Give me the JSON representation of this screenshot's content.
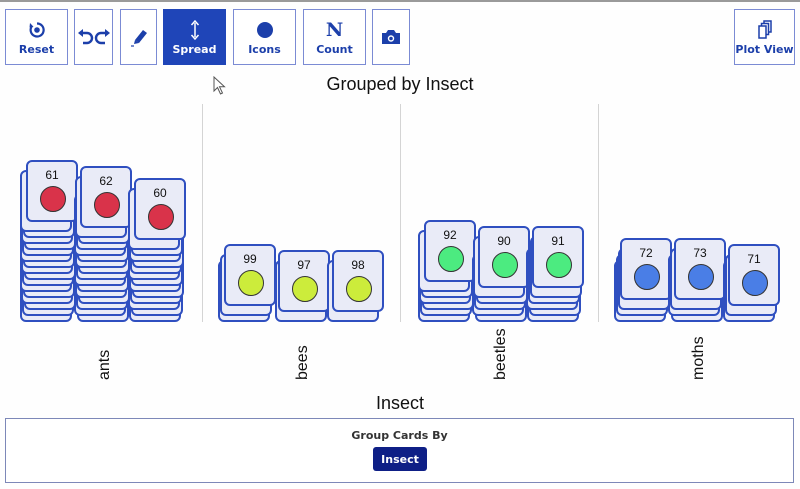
{
  "toolbar": {
    "buttons": [
      {
        "id": "reset",
        "label": "Reset",
        "icon": "reset-icon"
      },
      {
        "id": "undo-redo",
        "label": "",
        "icon": "undo-redo-icon"
      },
      {
        "id": "draw",
        "label": "",
        "icon": "pen-icon"
      },
      {
        "id": "spread",
        "label": "Spread",
        "icon": "vertical-arrows-icon",
        "active": true
      },
      {
        "id": "icons",
        "label": "Icons",
        "icon": "filled-circle-icon"
      },
      {
        "id": "count",
        "label": "Count",
        "icon": "n-letter-icon"
      },
      {
        "id": "snapshot",
        "label": "",
        "icon": "camera-icon"
      }
    ],
    "plot_view": {
      "label": "Plot View",
      "icon": "cards-stack-icon"
    }
  },
  "plot": {
    "title": "Grouped by Insect",
    "axis_title": "Insect",
    "groups": [
      {
        "name": "ants",
        "color": "#d9334a",
        "top_cards": [
          61,
          62,
          60
        ],
        "stack_depth": [
          16,
          15,
          13
        ]
      },
      {
        "name": "bees",
        "color": "#ccec3b",
        "top_cards": [
          99,
          97,
          98
        ],
        "stack_depth": [
          2,
          1,
          1
        ]
      },
      {
        "name": "beetles",
        "color": "#4ceb80",
        "top_cards": [
          92,
          90,
          91
        ],
        "stack_depth": [
          6,
          5,
          5
        ]
      },
      {
        "name": "moths",
        "color": "#4a7ee6",
        "top_cards": [
          72,
          73,
          71
        ],
        "stack_depth": [
          3,
          3,
          2
        ]
      }
    ]
  },
  "group_panel": {
    "label": "Group Cards By",
    "button": "Insect"
  }
}
